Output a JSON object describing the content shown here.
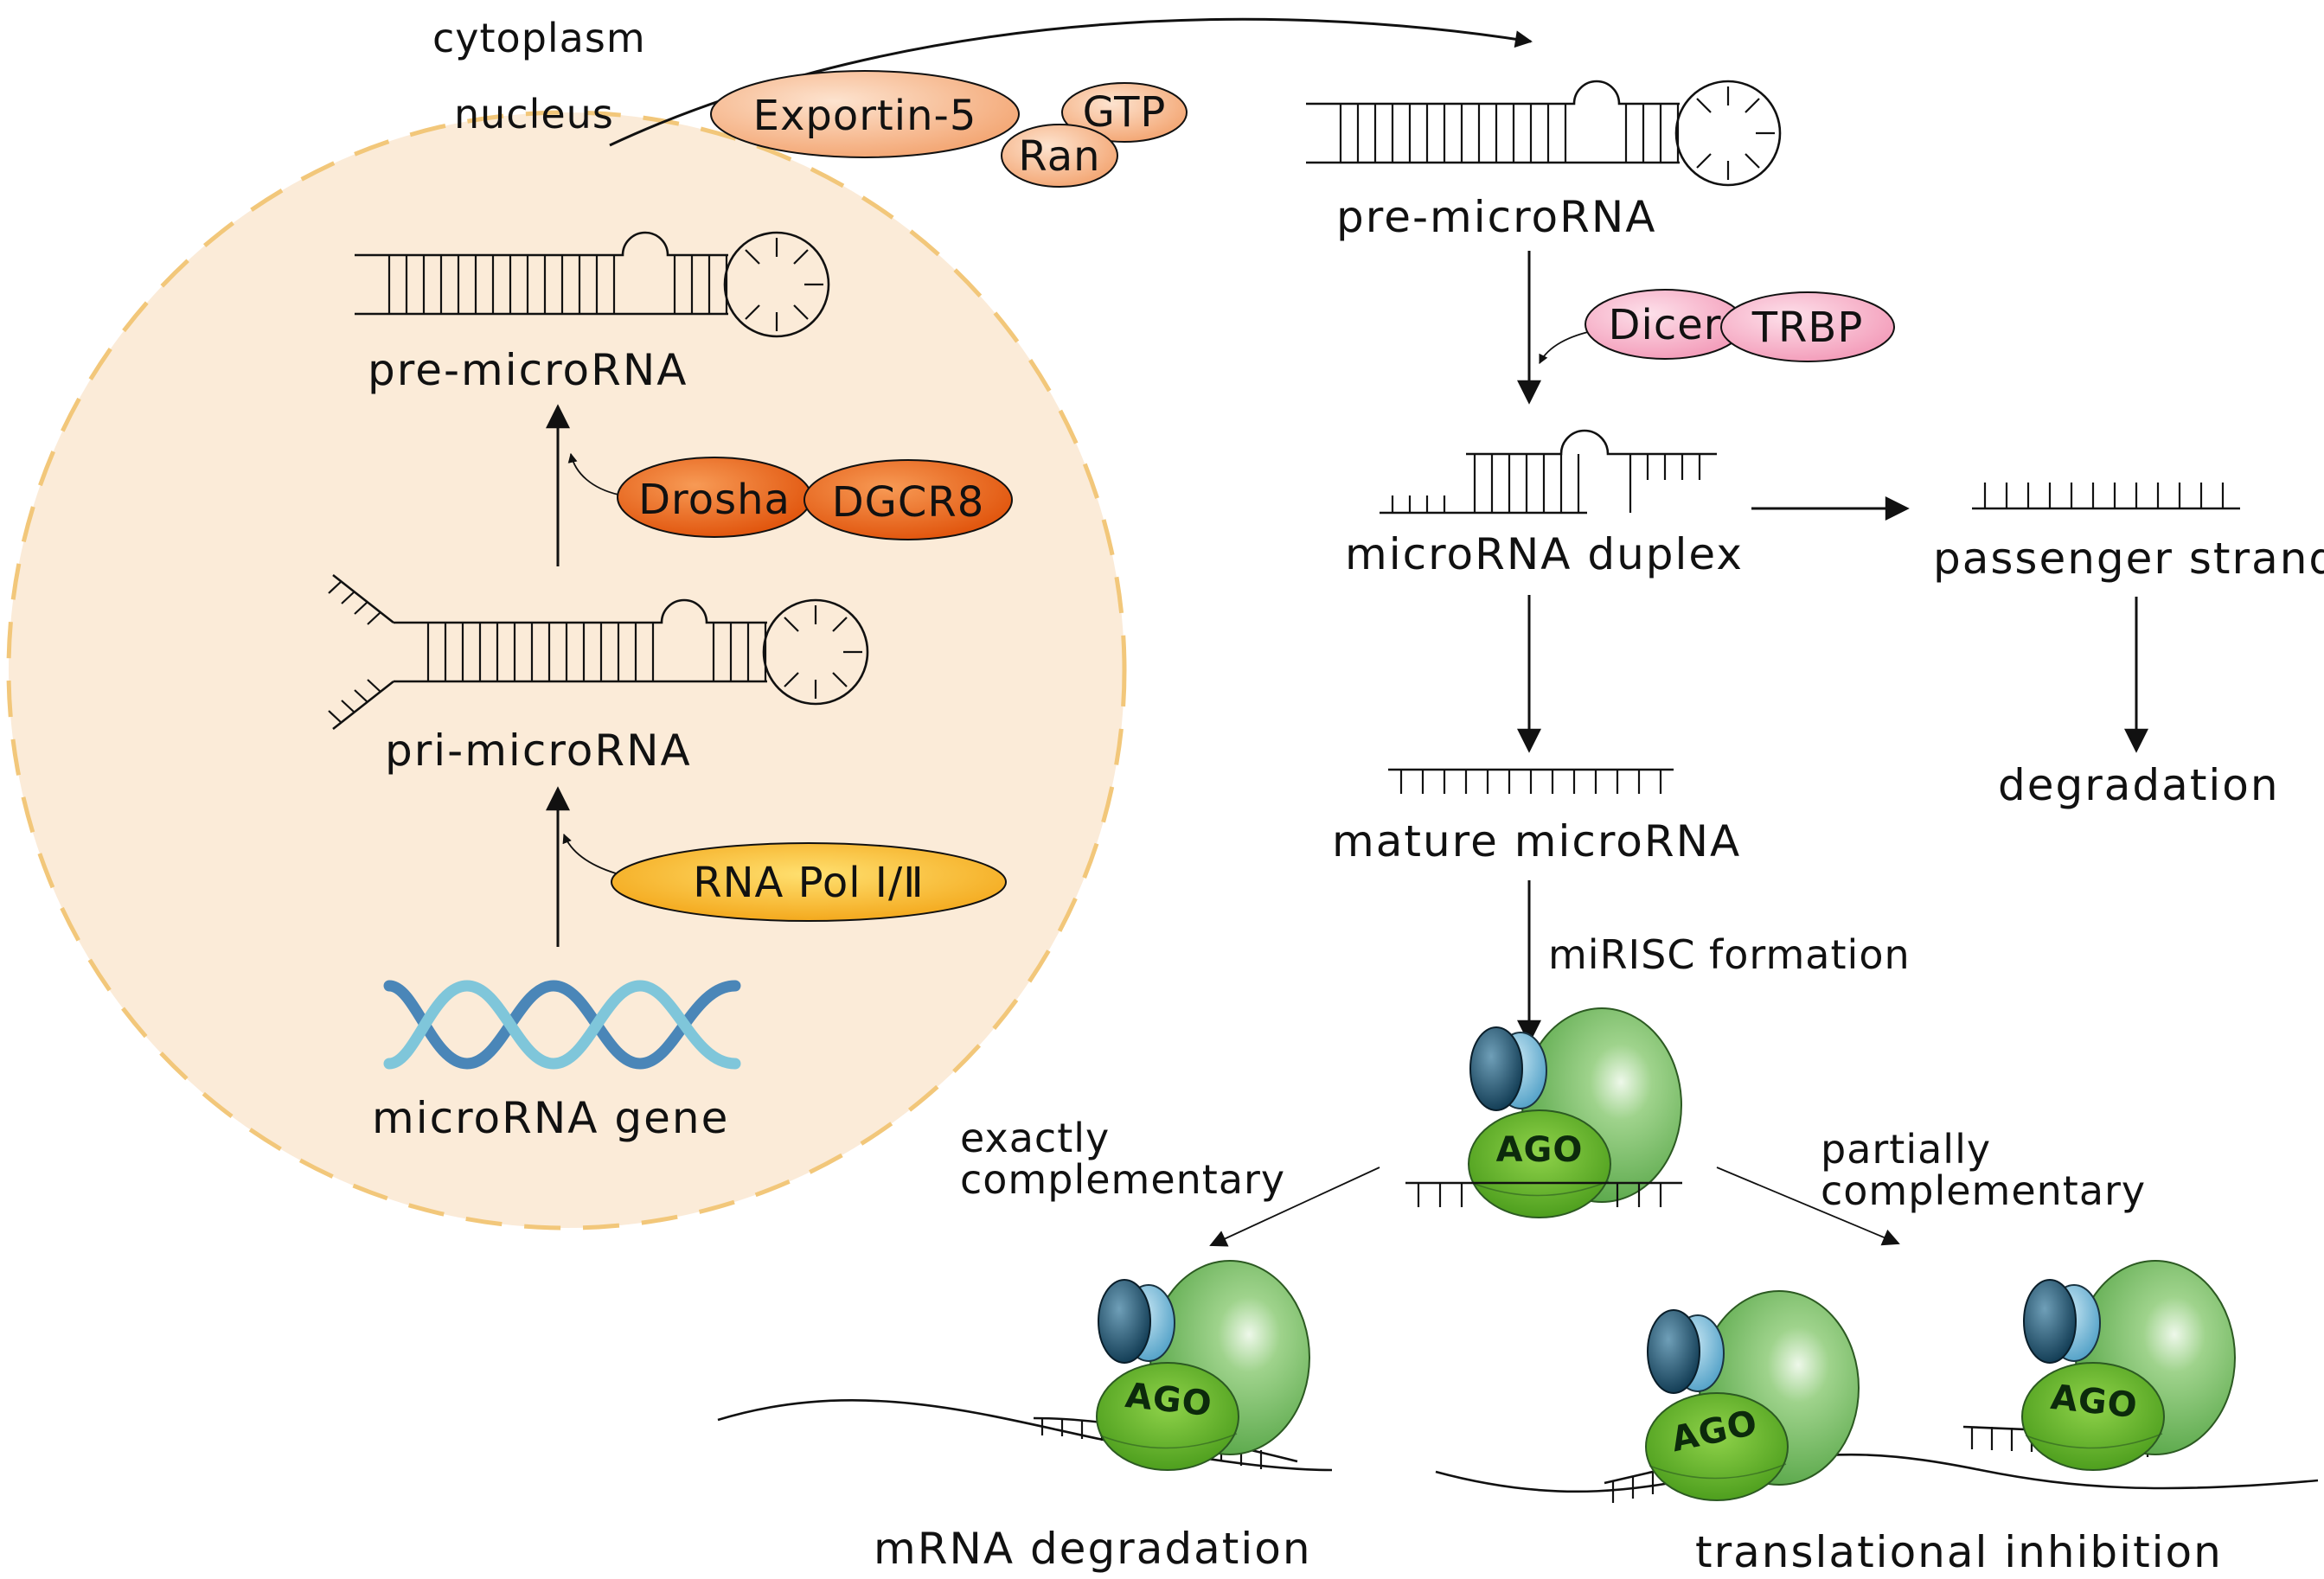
{
  "compartments": {
    "cytoplasm": "cytoplasm",
    "nucleus": "nucleus"
  },
  "nuclear_steps": {
    "gene": "microRNA gene",
    "pri": "pri-microRNA",
    "pre": "pre-microRNA"
  },
  "proteins": {
    "exportin": "Exportin-5",
    "gtp": "GTP",
    "ran": "Ran",
    "drosha": "Drosha",
    "dgcr8": "DGCR8",
    "rna_pol": "RNA Pol Ⅰ/Ⅱ",
    "dicer": "Dicer",
    "trbp": "TRBP",
    "ago": "AGO"
  },
  "cytoplasmic_steps": {
    "pre": "pre-microRNA",
    "duplex": "microRNA duplex",
    "passenger": "passenger strand",
    "degradation": "degradation",
    "mature": "mature microRNA",
    "risc": "miRISC formation"
  },
  "outcomes": {
    "exact_line1": "exactly",
    "exact_line2": "complementary",
    "partial_line1": "partially",
    "partial_line2": "complementary",
    "mrna_degradation": "mRNA degradation",
    "translational_inhibition": "translational inhibition"
  },
  "colors": {
    "nucleus_fill": "#fbebd8",
    "nucleus_border": "#f2c77a",
    "exportin": "#f7b98c",
    "drosha": "#ee6a1d",
    "rna_pol": "#f6a616",
    "dicer": "#f7a8c0",
    "ago_body": "#7cc468",
    "ago_domain": "#6bbd28",
    "cap_dark": "#174a63",
    "cap_light": "#6fb2d3",
    "dna_a": "#4a86b8",
    "dna_b": "#7fc6da"
  }
}
